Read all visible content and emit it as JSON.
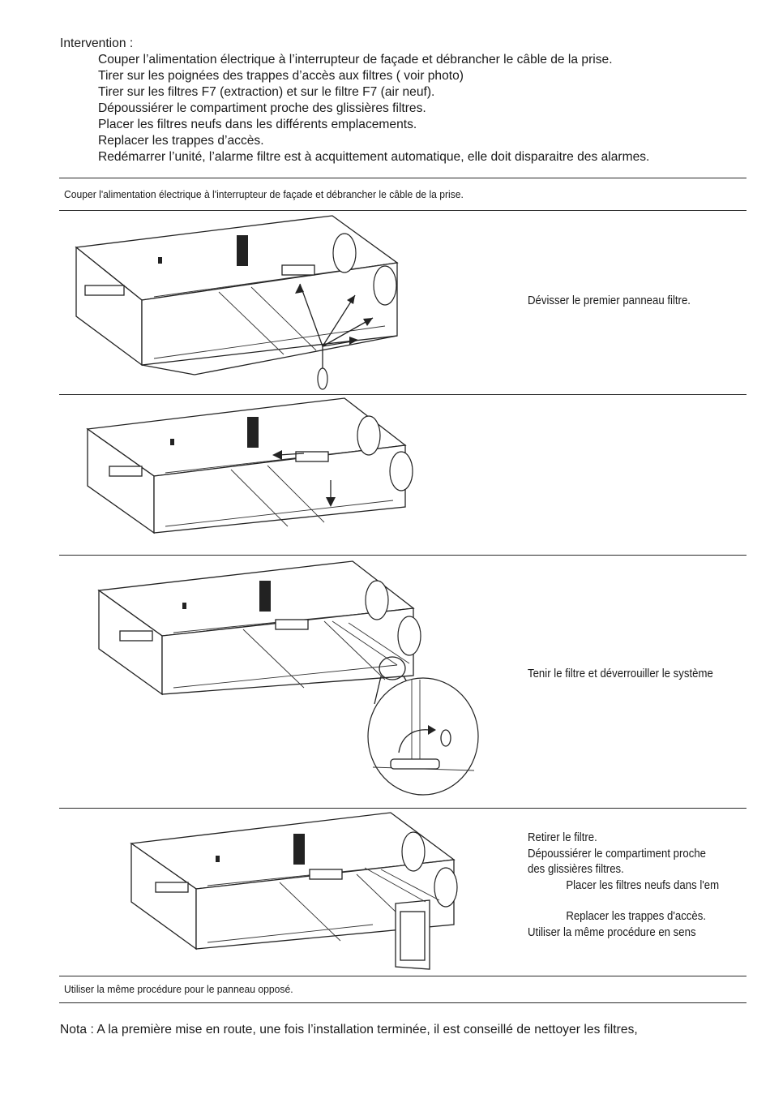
{
  "intro": {
    "heading": "Intervention :",
    "steps": [
      "Couper l’alimentation électrique à l’interrupteur de façade et débrancher le câble de la prise.",
      "Tirer sur les poignées des trappes d’accès aux filtres ( voir photo)",
      "Tirer sur les filtres F7 (extraction) et sur le filtre F7 (air neuf).",
      "Dépoussiérer le compartiment proche des glissières filtres.",
      "Placer les filtres neufs dans les différents emplacements.",
      "Replacer les trappes d’accès.",
      "Redémarrer l’unité, l’alarme filtre est à acquittement automatique, elle doit disparaitre des alarmes."
    ]
  },
  "table": {
    "top_caption": "Couper l'alimentation électrique à l'interrupteur de façade et débrancher le câble de la prise.",
    "rows": [
      {
        "text": "Dévisser le premier panneau filtre."
      },
      {
        "text": ""
      },
      {
        "text": "Tenir le filtre et déverrouiller le système"
      },
      {
        "line1": "Retirer le filtre.",
        "line2": "Dépoussiérer le compartiment proche",
        "line3": "des glissières filtres.",
        "line4": "Placer les filtres neufs dans l'em",
        "line5": "Replacer les trappes d'accès.",
        "line6": "Utiliser la même procédure en sens"
      }
    ],
    "bottom_caption": "Utiliser la même procédure pour le panneau opposé."
  },
  "nota": "Nota : A la première mise en route, une fois l’installation terminée, il est conseillé de nettoyer les filtres,"
}
